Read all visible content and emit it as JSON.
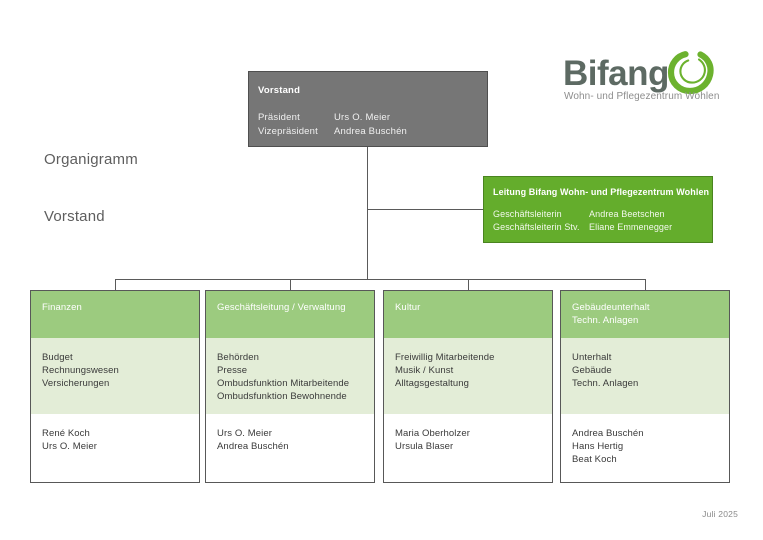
{
  "title": {
    "line1": "Organigramm",
    "line2": "Vorstand"
  },
  "logo": {
    "wordmark": "Bifang",
    "tagline": "Wohn- und Pflegezentrum Wohlen",
    "mark_name": "bifang-swoosh-icon",
    "wordmark_color": "#5d6a63",
    "mark_color": "#6cb22e"
  },
  "colors": {
    "vorstand_gray": "#767676",
    "leitung_green": "#64ad2c",
    "dept_header_green": "#9ccb7f",
    "dept_body_green": "#e3edd7",
    "connector_gray": "#5a5a5a"
  },
  "vorstand": {
    "heading": "Vorstand",
    "rows": [
      {
        "role": "Präsident",
        "name": "Urs O. Meier"
      },
      {
        "role": "Vizepräsident",
        "name": "Andrea Buschén"
      }
    ]
  },
  "leitung": {
    "heading": "Leitung Bifang Wohn- und Pflegezentrum Wohlen",
    "rows": [
      {
        "role": "Geschäftsleiterin",
        "name": "Andrea Beetschen"
      },
      {
        "role": "Geschäftsleiterin  Stv.",
        "name": "Eliane Emmenegger"
      }
    ]
  },
  "departments": [
    {
      "header": [
        "Finanzen"
      ],
      "topics": [
        "Budget",
        "Rechnungswesen",
        "Versicherungen"
      ],
      "people": [
        "René Koch",
        "Urs O. Meier"
      ]
    },
    {
      "header": [
        "Geschäftsleitung / Verwaltung"
      ],
      "topics": [
        "Behörden",
        "Presse",
        "Ombudsfunktion Mitarbeitende",
        "Ombudsfunktion Bewohnende"
      ],
      "people": [
        "Urs O. Meier",
        "Andrea Buschén"
      ]
    },
    {
      "header": [
        "Kultur"
      ],
      "topics": [
        "Freiwillig Mitarbeitende",
        "Musik / Kunst",
        "Alltagsgestaltung"
      ],
      "people": [
        "Maria Oberholzer",
        "Ursula Blaser"
      ]
    },
    {
      "header": [
        "Gebäudeunterhalt",
        "Techn. Anlagen"
      ],
      "topics": [
        "Unterhalt",
        "Gebäude",
        "Techn. Anlagen"
      ],
      "people": [
        "Andrea Buschén",
        "Hans Hertig",
        "Beat Koch"
      ]
    }
  ],
  "footer": {
    "date": "Juli 2025"
  }
}
